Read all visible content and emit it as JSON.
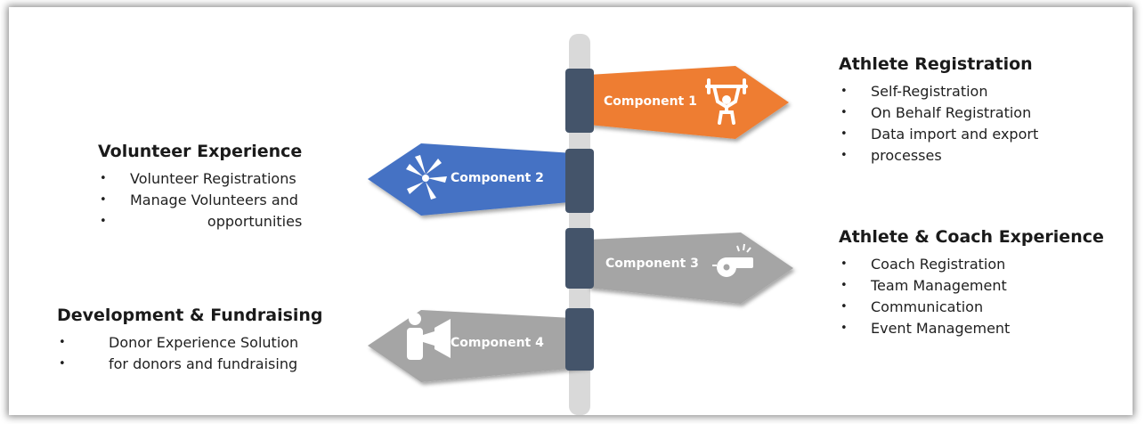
{
  "signs": [
    {
      "label": "Component 1",
      "color": "#ee7d31",
      "icon": "weightlifter-icon"
    },
    {
      "label": "Component 2",
      "color": "#4472c4",
      "icon": "team-hands-icon"
    },
    {
      "label": "Component 3",
      "color": "#a5a5a5",
      "icon": "whistle-icon"
    },
    {
      "label": "Component 4",
      "color": "#a5a5a5",
      "icon": "megaphone-person-icon"
    }
  ],
  "post": {
    "color": "#d9d9d9",
    "bracket_color": "#44546a"
  },
  "athlete_registration": {
    "title": "Athlete Registration",
    "items": [
      "Self-Registration",
      "On Behalf Registration",
      "Data import and export",
      "processes"
    ]
  },
  "volunteer_experience": {
    "title": "Volunteer Experience",
    "items": [
      "Volunteer Registrations",
      "Manage Volunteers and",
      "opportunities"
    ]
  },
  "athlete_coach_experience": {
    "title": "Athlete & Coach Experience",
    "items": [
      "Coach Registration",
      "Team Management",
      "Communication",
      "Event Management"
    ]
  },
  "development_fundraising": {
    "title": "Development & Fundraising",
    "items": [
      "Donor Experience Solution",
      "for donors and fundraising"
    ]
  }
}
